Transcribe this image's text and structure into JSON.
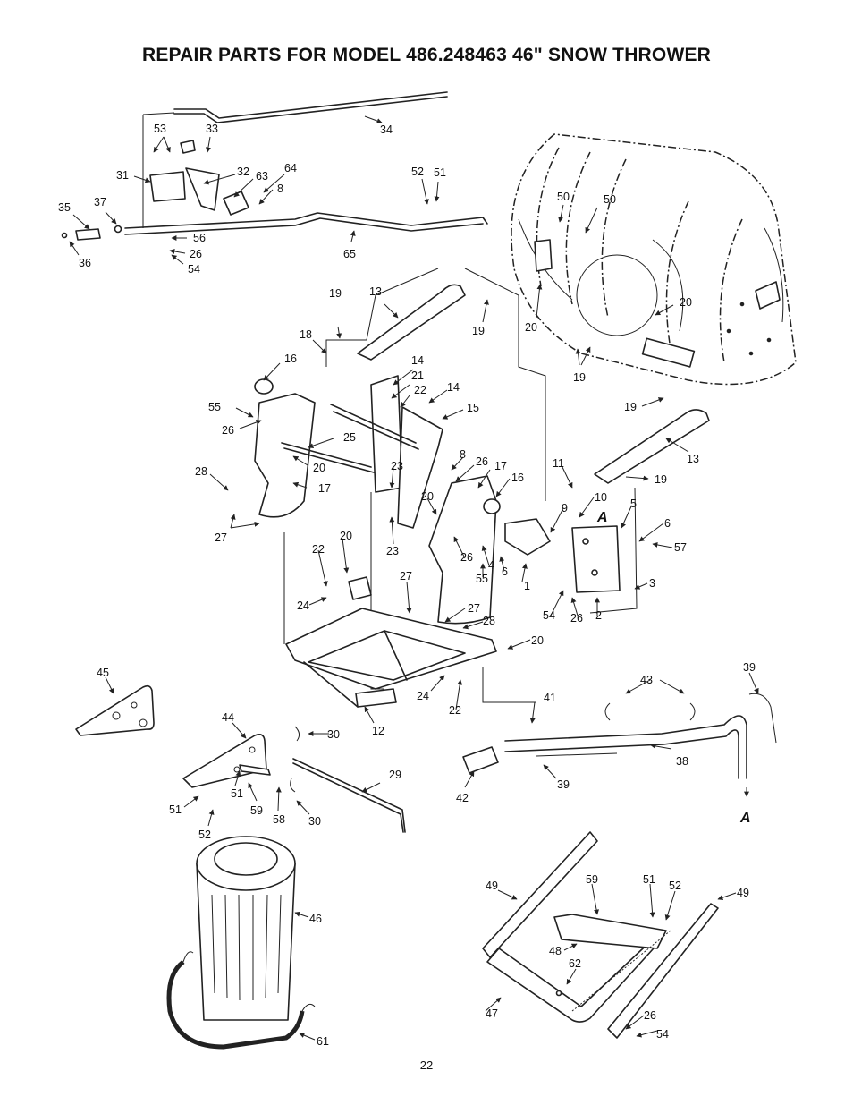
{
  "page": {
    "title": "REPAIR PARTS FOR MODEL 486.248463 46\" SNOW THROWER",
    "page_number": "22"
  },
  "callouts": {
    "a": "A"
  },
  "labels": {
    "p1": "1",
    "p2": "2",
    "p3": "3",
    "p4": "4",
    "p5": "5",
    "p6a": "6",
    "p6b": "6",
    "p8a": "8",
    "p8b": "8",
    "p9": "9",
    "p10": "10",
    "p11": "11",
    "p12": "12",
    "p13a": "13",
    "p13b": "13",
    "p14a": "14",
    "p14b": "14",
    "p15": "15",
    "p16a": "16",
    "p16b": "16",
    "p17a": "17",
    "p17b": "17",
    "p18": "18",
    "p19a": "19",
    "p19b": "19",
    "p19c": "19",
    "p19d": "19",
    "p19e": "19",
    "p20a": "20",
    "p20b": "20",
    "p20c": "20",
    "p20d": "20",
    "p20e": "20",
    "p20f": "20",
    "p21": "21",
    "p22a": "22",
    "p22b": "22",
    "p22c": "22",
    "p23a": "23",
    "p23b": "23",
    "p24a": "24",
    "p24b": "24",
    "p25": "25",
    "p26a": "26",
    "p26b": "26",
    "p26c": "26",
    "p26d": "26",
    "p26e": "26",
    "p26f": "26",
    "p27a": "27",
    "p27b": "27",
    "p27c": "27",
    "p28a": "28",
    "p28b": "28",
    "p29": "29",
    "p30a": "30",
    "p30b": "30",
    "p31": "31",
    "p32": "32",
    "p33": "33",
    "p34": "34",
    "p35": "35",
    "p36": "36",
    "p37": "37",
    "p38": "38",
    "p39a": "39",
    "p39b": "39",
    "p41": "41",
    "p42": "42",
    "p43": "43",
    "p44": "44",
    "p45": "45",
    "p46": "46",
    "p47": "47",
    "p48": "48",
    "p49a": "49",
    "p49b": "49",
    "p50a": "50",
    "p50b": "50",
    "p51a": "51",
    "p51b": "51",
    "p51c": "51",
    "p51d": "51",
    "p52a": "52",
    "p52b": "52",
    "p52c": "52",
    "p53": "53",
    "p54a": "54",
    "p54b": "54",
    "p54c": "54",
    "p55a": "55",
    "p55b": "55",
    "p56": "56",
    "p57": "57",
    "p58": "58",
    "p59a": "59",
    "p59b": "59",
    "p61": "61",
    "p62": "62",
    "p63": "63",
    "p64": "64",
    "p65": "65"
  }
}
